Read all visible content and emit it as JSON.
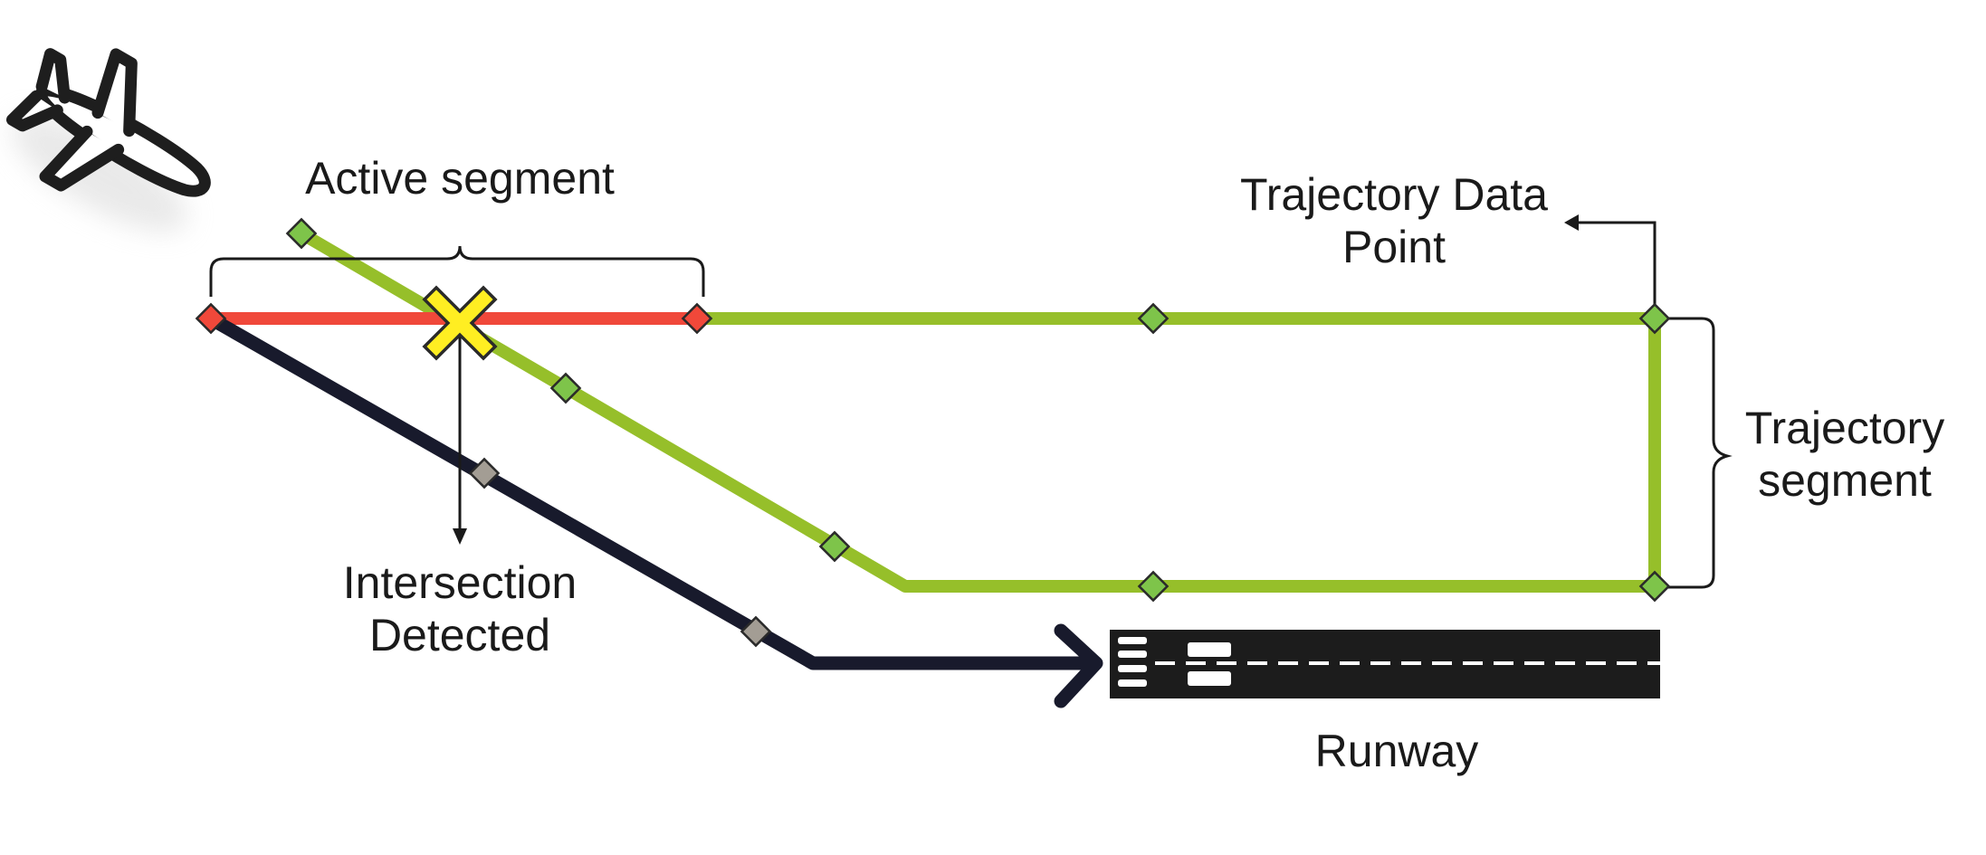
{
  "labels": {
    "active_segment": "Active segment",
    "trajectory_data_point_line1": "Trajectory Data",
    "trajectory_data_point_line2": "Point",
    "trajectory_segment_line1": "Trajectory",
    "trajectory_segment_line2": "segment",
    "intersection_line1": "Intersection",
    "intersection_line2": "Detected",
    "runway": "Runway"
  },
  "icons": {
    "airplane": "airplane-icon",
    "intersection_marker": "x-mark-icon",
    "runway": "runway-icon"
  },
  "colors": {
    "active_segment": "#f0483a",
    "trajectory": "#96bf2a",
    "actual_path": "#181a2c",
    "active_point": "#f0483a",
    "trajectory_point": "#7ec44a",
    "actual_path_point": "#a39d94",
    "intersection_marker": "#ffee22",
    "runway": "#1c1c1c"
  }
}
